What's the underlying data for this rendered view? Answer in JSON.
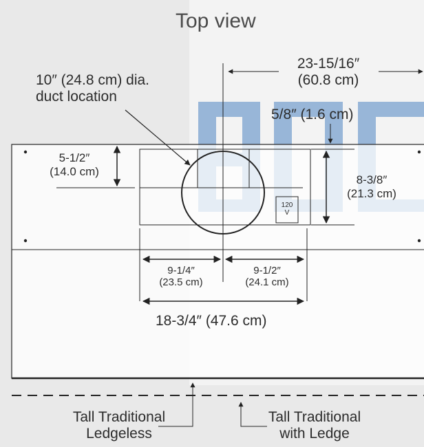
{
  "title": "Top view",
  "duct": {
    "line1": "10″ (24.8 cm) dia.",
    "line2": "duct location"
  },
  "width_total": {
    "line1": "23-15/16″",
    "line2": "(60.8 cm)"
  },
  "top_offset": "5/8″ (1.6 cm)",
  "left_offset": {
    "line1": "5-1/2″",
    "line2": "(14.0 cm)"
  },
  "box_height": {
    "line1": "8-3/8″",
    "line2": "(21.3 cm)"
  },
  "outlet": {
    "line1": "120",
    "line2": "V"
  },
  "left_span": {
    "line1": "9-1/4″",
    "line2": "(23.5 cm)"
  },
  "right_span": {
    "line1": "9-1/2″",
    "line2": "(24.1 cm)"
  },
  "total_span": "18-3/4″ (47.6 cm)",
  "ledgeless": {
    "line1": "Tall Traditional",
    "line2": "Ledgeless"
  },
  "with_ledge": {
    "line1": "Tall Traditional",
    "line2": "with Ledge"
  },
  "colors": {
    "line": "#222222",
    "watermark": "#2f6fb0",
    "panel": "#ffffff",
    "background": "#e9e9e9"
  }
}
